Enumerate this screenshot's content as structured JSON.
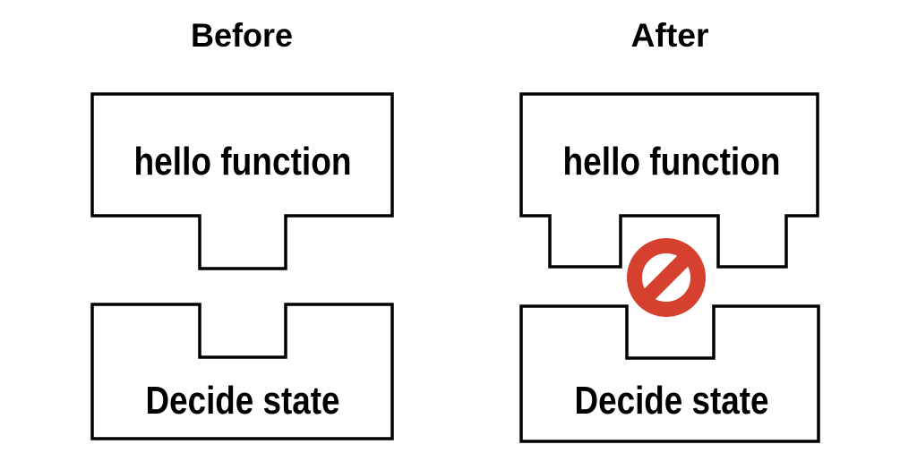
{
  "diagram": {
    "background": "#ffffff",
    "outline_color": "#000000",
    "text_color": "#000000",
    "panels": [
      {
        "id": "before",
        "title": "Before",
        "function_label": "hello function",
        "state_label": "Decide state"
      },
      {
        "id": "after",
        "title": "After",
        "function_label": "hello function",
        "state_label": "Decide state"
      }
    ],
    "prohibition": {
      "icon": "no-entry-icon",
      "color": "#D6402E"
    }
  }
}
